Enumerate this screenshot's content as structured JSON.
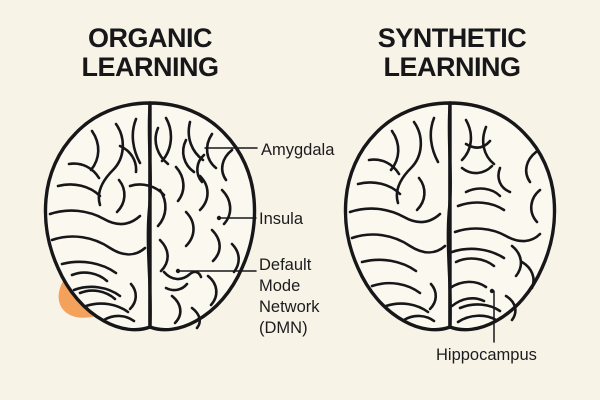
{
  "background_color": "#f7f3e7",
  "ink_color": "#17171a",
  "panels": [
    {
      "id": "organic",
      "title": "ORGANIC\nLEARNING",
      "brain_fill": "#fbf8f0",
      "regions": [
        {
          "name": "amygdala-region",
          "color": "#6cc3cd",
          "label": "Amygdala"
        },
        {
          "name": "dmn-region",
          "color": "#a98cb6",
          "label": "Default\nMode\nNetwork\n(DMN)"
        },
        {
          "name": "orange-region",
          "color": "#f4a15c",
          "label": ""
        }
      ]
    },
    {
      "id": "synthetic",
      "title": "SYNTHETIC\nLEARNING",
      "brain_fill": "#fbf8f0",
      "regions": [
        {
          "name": "salmon-region",
          "color": "#ee8878",
          "label": ""
        },
        {
          "name": "hippocampus-region",
          "color": "#33ab93",
          "label": "Hippocampus"
        }
      ]
    }
  ],
  "labels": {
    "amygdala": "Amygdala",
    "insula": "Insula",
    "dmn": "Default\nMode\nNetwork\n(DMN)",
    "hippocampus": "Hippocampus"
  },
  "titles": {
    "organic": "ORGANIC\nLEARNING",
    "synthetic": "SYNTHETIC\nLEARNING"
  },
  "colors": {
    "amygdala": "#6cc3cd",
    "dmn": "#a98cb6",
    "orange": "#f4a15c",
    "salmon": "#ee8878",
    "hippocampus": "#33ab93",
    "background": "#f7f3e7",
    "ink": "#17171a"
  }
}
